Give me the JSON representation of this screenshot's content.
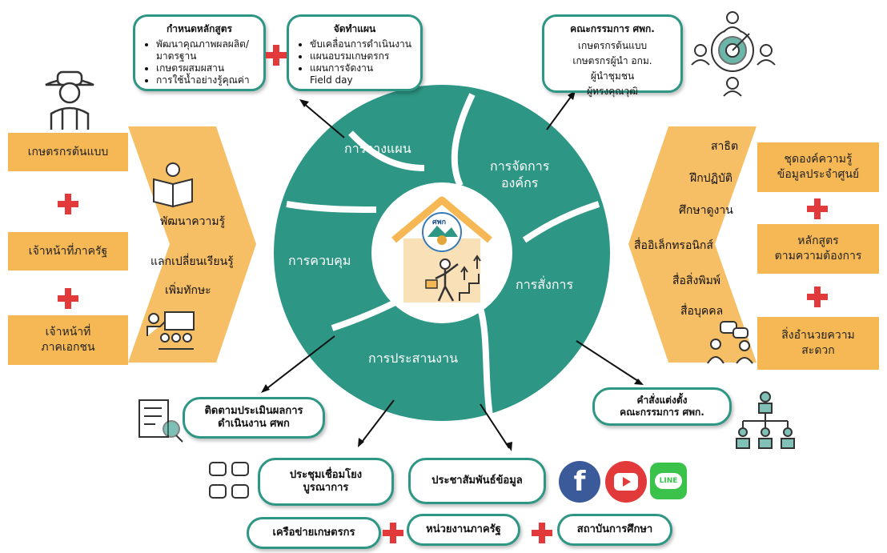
{
  "center": {
    "logo_text": "ศพก",
    "segments": {
      "planning": "การวางแผน",
      "organizing_line1": "การจัดการ",
      "organizing_line2": "องค์กร",
      "directing": "การสั่งการ",
      "coordinating": "การประสานงาน",
      "controlling": "การควบคุม"
    }
  },
  "top_boxes": {
    "curriculum": {
      "header": "กำหนดหลักสูตร",
      "items": [
        "พัฒนาคุณภาพผลผลิต/",
        "มาตรฐาน",
        "เกษตรผสมผสาน",
        "การใช้น้ำอย่างรู้คุณค่า"
      ]
    },
    "plan": {
      "header": "จัดทำแผน",
      "items": [
        "ขับเคลื่อนการดำเนินงาน",
        "แผนอบรมเกษตรกร",
        "แผนการจัดงาน",
        "Field day"
      ]
    },
    "committee": {
      "header": "คณะกรรมการ ศพก.",
      "lines": [
        "เกษตรกรต้นแบบ",
        "เกษตรกรผู้นำ อกม.",
        "ผู้นำชุมชน",
        "ผู้ทรงคุณวุฒิ"
      ]
    }
  },
  "left": {
    "boxes": [
      "เกษตรกรต้นแบบ",
      "เจ้าหน้าที่ภาครัฐ",
      "เจ้าหน้าที่",
      "ภาคเอกชน"
    ],
    "arrow_labels": [
      "พัฒนาความรู้",
      "แลกเปลี่ยนเรียนรู้",
      "เพิ่มทักษะ"
    ]
  },
  "right": {
    "boxes": [
      "ชุดองค์ความรู้",
      "ข้อมูลประจำศูนย์",
      "หลักสูตร",
      "ตามความต้องการ",
      "สิ่งอำนวยความ",
      "สะดวก"
    ],
    "arrow_labels": [
      "สาธิต",
      "ฝึกปฏิบัติ",
      "ศึกษาดูงาน",
      "สื่ออิเล็กทรอนิกส์",
      "สื่อสิ่งพิมพ์",
      "สื่อบุคคล"
    ]
  },
  "bottom": {
    "monitor_line1": "ติดตามประเมินผลการ",
    "monitor_line2": "ดำเนินงาน ศพก",
    "order_line1": "คำสั่งแต่งตั้ง",
    "order_line2": "คณะกรรมการ ศพก.",
    "meeting_line1": "ประชุมเชื่อมโยง",
    "meeting_line2": "บูรณาการ",
    "pr": "ประชาสัมพันธ์ข้อมูล",
    "network": "เครือข่ายเกษตรกร",
    "gov_unit": "หน่วยงานภาครัฐ",
    "institute": "สถาบันการศึกษา",
    "line_logo": "LINE"
  },
  "colors": {
    "teal": "#2d9685",
    "orange": "#f6b854",
    "red": "#e23a3a"
  }
}
